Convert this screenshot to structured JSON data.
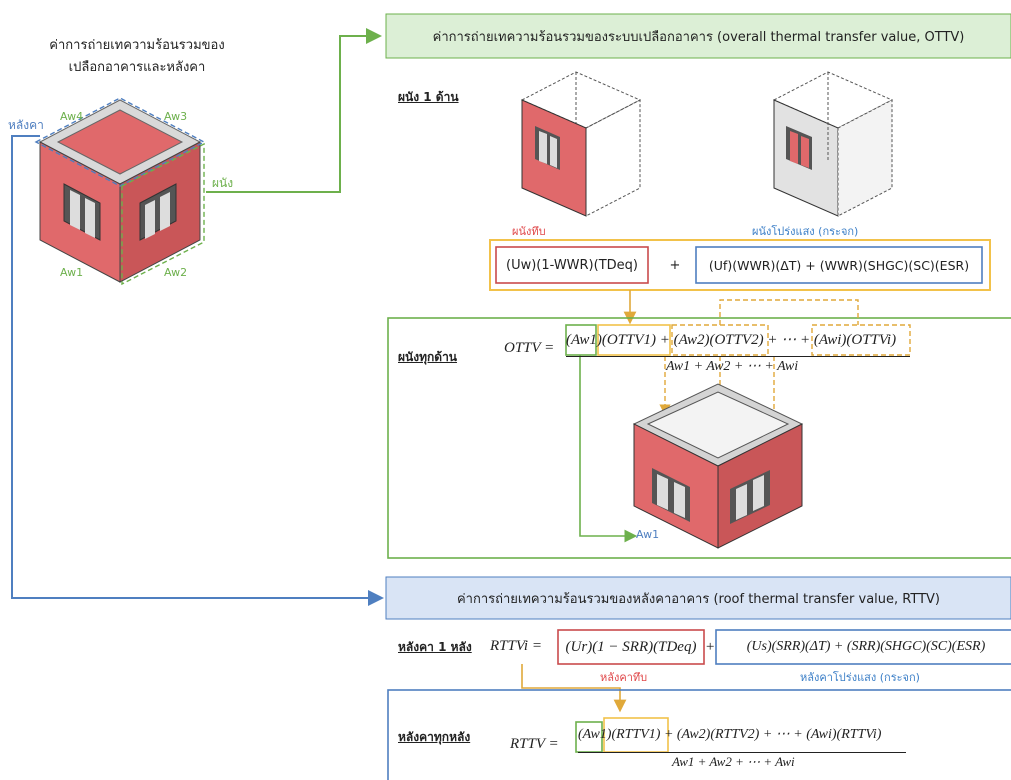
{
  "overview": {
    "title_line1": "ค่าการถ่ายเทความร้อนรวมของ",
    "title_line2": "เปลือกอาคารและหลังคา",
    "roof_label": "หลังคา",
    "wall_label": "ผนัง",
    "aw1": "Aw1",
    "aw2": "Aw2",
    "aw3": "Aw3",
    "aw4": "Aw4"
  },
  "ottv": {
    "header": "ค่าการถ่ายเทความร้อนรวมของระบบเปลือกอาคาร (overall thermal transfer value, OTTV)",
    "one_wall_label": "ผนัง 1 ด้าน",
    "opaque_label": "ผนังทึบ",
    "glass_label": "ผนังโปร่งแสง (กระจก)",
    "opaque_formula": "(Uw)(1-WWR)(TDeq)",
    "plus": "+",
    "glass_formula": "(Uf)(WWR)(ΔT) + (WWR)(SHGC)(SC)(ESR)",
    "all_walls_label": "ผนังทุกด้าน",
    "lhs": "OTTV =",
    "numerator": "(Aw1)(OTTV1) + (Aw2)(OTTV2) + ⋯ + (Awi)(OTTVi)",
    "denominator": "Aw1 + Aw2 + ⋯ + Awi",
    "aw_label": "Aw1"
  },
  "rttv": {
    "header": "ค่าการถ่ายเทความร้อนรวมของหลังคาอาคาร (roof thermal transfer value, RTTV)",
    "one_roof_label": "หลังคา 1 หลัง",
    "lhs": "RTTVi =",
    "opaque_formula": "(Ur)(1 − SRR)(TDeq)",
    "plus": "+",
    "glass_formula": "(Us)(SRR)(ΔT) + (SRR)(SHGC)(SC)(ESR)",
    "opaque_label": "หลังคาทึบ",
    "glass_label": "หลังคาโปร่งแสง (กระจก)",
    "all_roofs_label": "หลังคาทุกหลัง",
    "lhs2": "RTTV =",
    "numerator": "(Aw1)(RTTV1) + (Aw2)(RTTV2) + ⋯ + (Awi)(RTTVi)",
    "denominator": "Aw1 + Aw2 + ⋯ + Awi"
  },
  "colors": {
    "wall_red": "#e0696b",
    "wall_dark": "#c94b4d",
    "green": "#6db04c",
    "blue": "#4f7fc0",
    "yellow": "#f2c24a",
    "orange": "#e0a93a",
    "ottv_header_bg": "#dcefd6",
    "rttv_header_bg": "#d9e4f5"
  }
}
